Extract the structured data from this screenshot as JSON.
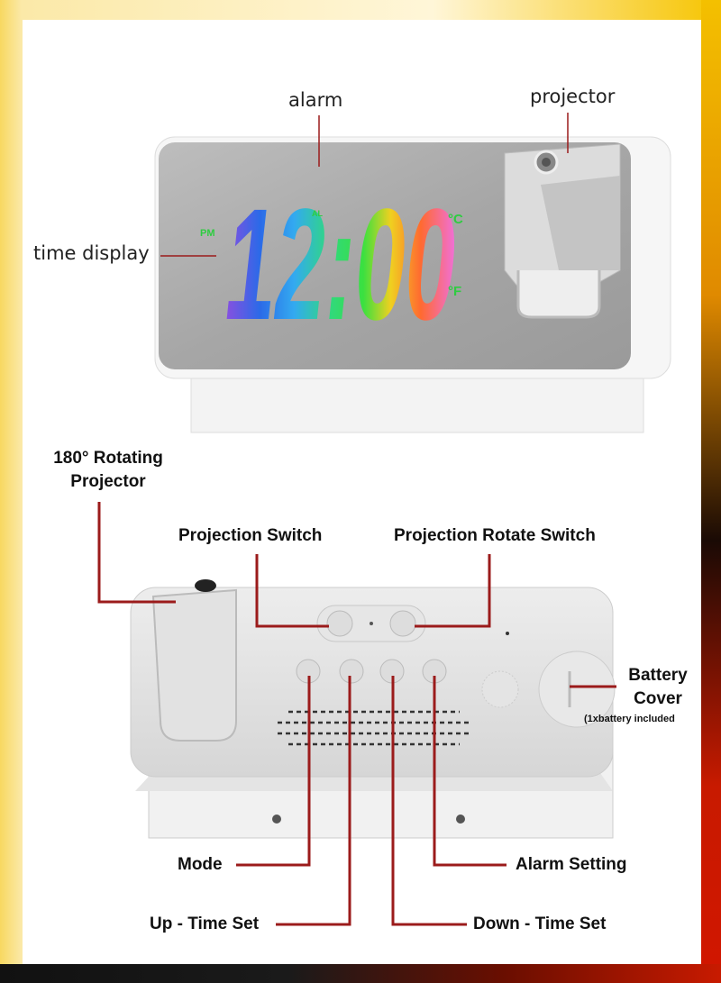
{
  "front": {
    "labels": {
      "alarm": "alarm",
      "projector": "projector",
      "time_display": "time display"
    },
    "display": {
      "pm": "PM",
      "al": "AL",
      "celsius": "°C",
      "fahrenheit": "°F",
      "time": "12:00"
    }
  },
  "back": {
    "labels": {
      "rotating_projector": "180° Rotating Projector",
      "projection_switch": "Projection Switch",
      "projection_rotate_switch": "Projection Rotate Switch",
      "battery_cover_line1": "Battery",
      "battery_cover_line2": "Cover",
      "battery_note": "(1xbattery included",
      "mode": "Mode",
      "alarm_setting": "Alarm Setting",
      "up_time_set": "Up - Time Set",
      "down_time_set": "Down - Time Set"
    }
  },
  "colors": {
    "callout_line": "#9b1b1b",
    "mirror": "#a9a9a9",
    "body": "#f4f4f4"
  }
}
